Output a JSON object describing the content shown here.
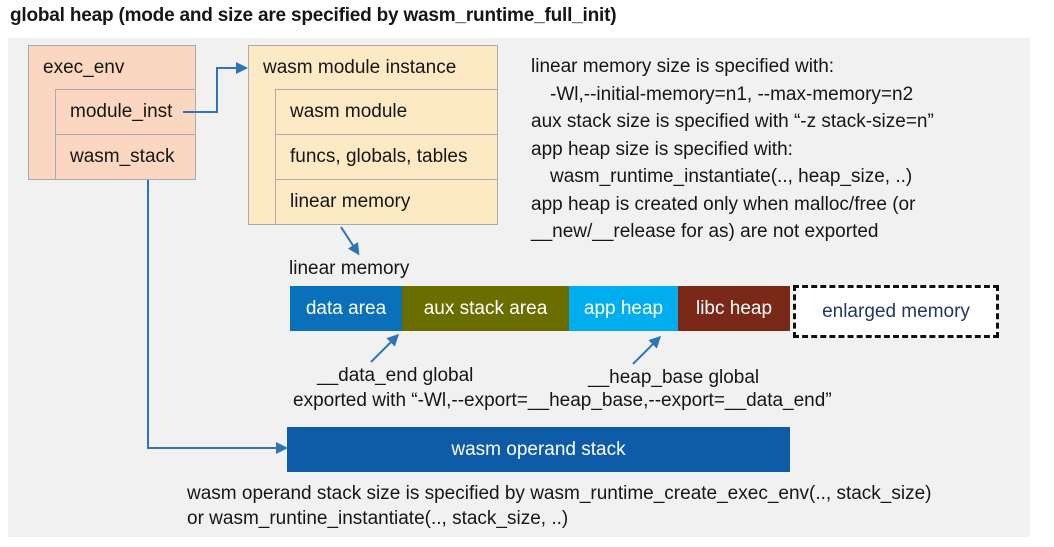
{
  "title": "global heap (mode and size are specified by wasm_runtime_full_init)",
  "colors": {
    "panel_bg": "#f1f1f1",
    "struct_box_fill": "#fbd6c0",
    "instance_box_fill": "#fdeac4",
    "box_border": "#ababab",
    "connector_blue": "#2e75b6",
    "operand_stack_fill": "#0e5ba8"
  },
  "exec_env": {
    "header": "exec_env",
    "rows": [
      "module_inst",
      "wasm_stack"
    ]
  },
  "module_instance": {
    "header": "wasm module instance",
    "rows": [
      "wasm module",
      "funcs, globals, tables",
      "linear memory"
    ]
  },
  "notes_right": {
    "lines": [
      "linear memory size is specified with:",
      "-Wl,--initial-memory=n1, --max-memory=n2",
      "aux stack size is specified with “-z stack-size=n”",
      "app heap size is specified with:",
      "wasm_runtime_instantiate(.., heap_size, ..)",
      "app heap is created only when malloc/free (or",
      "__new/__release for as) are not exported"
    ]
  },
  "linear_memory": {
    "label": "linear memory",
    "segments": [
      {
        "label": "data area",
        "fill": "#0a70ba",
        "text_color": "#ffffff"
      },
      {
        "label": "aux stack area",
        "fill": "#6a6e00",
        "text_color": "#ffffff"
      },
      {
        "label": "app heap",
        "fill": "#00aeef",
        "text_color": "#ffffff"
      },
      {
        "label": "libc heap",
        "fill": "#7a2817",
        "text_color": "#ffffff"
      },
      {
        "label": "enlarged memory",
        "fill": "#ffffff",
        "text_color": "#1f3864",
        "border": "dashed"
      }
    ]
  },
  "annotations": {
    "data_end_label": "__data_end global",
    "heap_base_label": "__heap_base global",
    "export_line": "exported with “-Wl,--export=__heap_base,--export=__data_end”"
  },
  "operand_stack": {
    "label": "wasm operand stack"
  },
  "notes_bottom": {
    "lines": [
      "wasm operand stack size is specified by wasm_runtime_create_exec_env(.., stack_size)",
      "or wasm_runtine_instantiate(.., stack_size, ..)"
    ]
  }
}
